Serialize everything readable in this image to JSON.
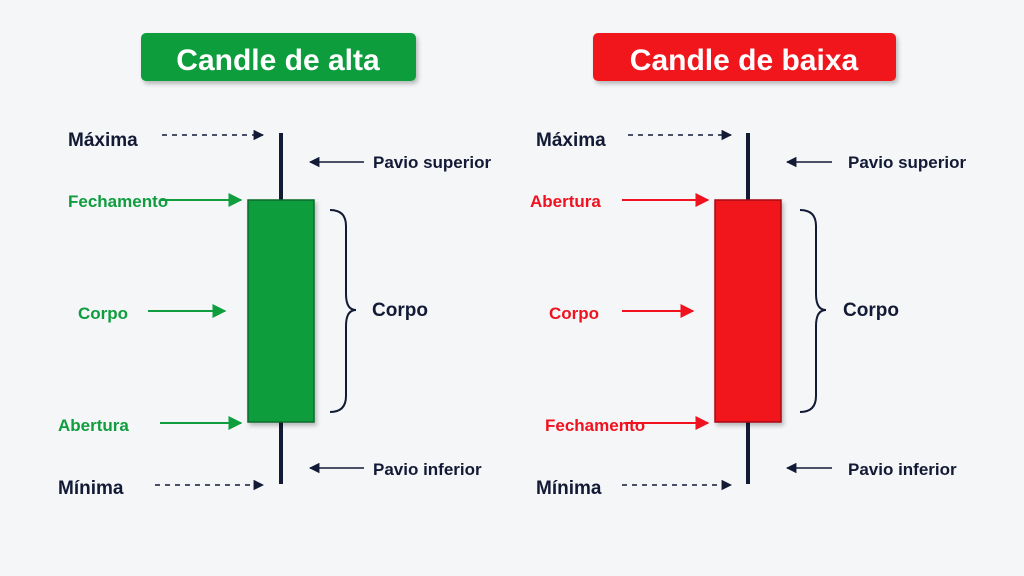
{
  "colors": {
    "background": "#f5f6f8",
    "dark": "#121a35",
    "bull": "#0f9d3e",
    "bear": "#f0121f"
  },
  "bull": {
    "title": "Candle de alta",
    "high_label": "Máxima",
    "close_label": "Fechamento",
    "body_label": "Corpo",
    "open_label": "Abertura",
    "low_label": "Mínima",
    "upper_wick_label": "Pavio superior",
    "body_brace_label": "Corpo",
    "lower_wick_label": "Pavio inferior"
  },
  "bear": {
    "title": "Candle de baixa",
    "high_label": "Máxima",
    "open_label": "Abertura",
    "body_label": "Corpo",
    "close_label": "Fechamento",
    "low_label": "Mínima",
    "upper_wick_label": "Pavio superior",
    "body_brace_label": "Corpo",
    "lower_wick_label": "Pavio inferior"
  }
}
